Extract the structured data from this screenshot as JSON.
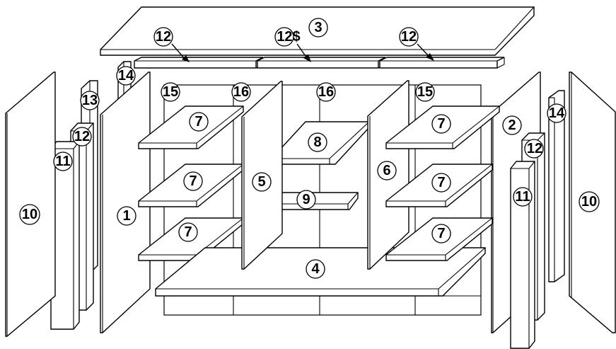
{
  "diagram": {
    "callouts": {
      "rear_panel_top": "3",
      "top_rail_left": "12",
      "top_rail_center": "12$",
      "top_rail_right": "12",
      "post_left_top": "14",
      "post_right_top": "14",
      "side_left_outer_strip": "13",
      "side_left_strip": "12",
      "side_left_post": "11",
      "side_right_strip": "12",
      "side_right_post": "11",
      "door_left": "10",
      "door_right": "10",
      "side_panel_left": "1",
      "side_panel_right": "2",
      "back_label_left": "15",
      "back_label_mid_left": "16",
      "back_label_mid_right": "16",
      "back_label_right": "15",
      "shelf_left_top": "7",
      "shelf_left_mid": "7",
      "shelf_left_bottom": "7",
      "shelf_right_top": "7",
      "shelf_right_mid": "7",
      "shelf_right_bottom": "7",
      "divider_left": "5",
      "divider_right": "6",
      "shelf_center_top": "8",
      "shelf_center_small": "9",
      "bottom_panel": "4"
    }
  }
}
